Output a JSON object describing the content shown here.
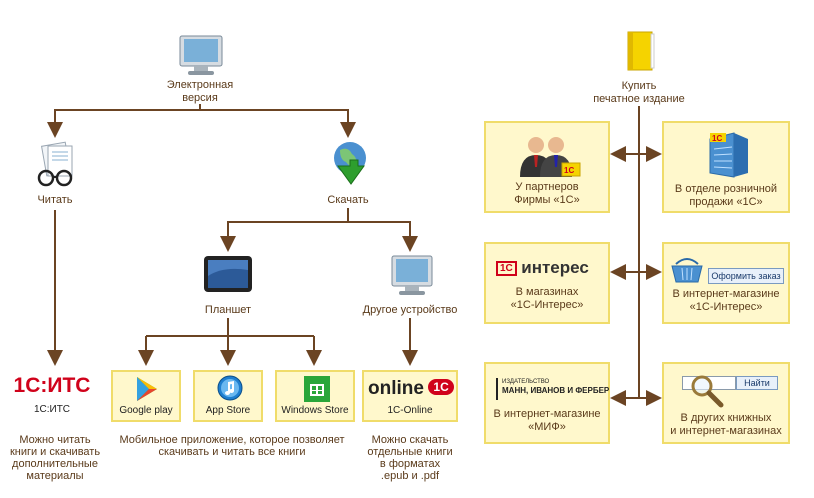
{
  "left": {
    "electronic": "Электронная\nверсия",
    "read": "Читать",
    "download": "Скачать",
    "tablet": "Планшет",
    "other_device": "Другое устройство",
    "itc_logo": "1С:ИТС",
    "itc_label": "1С:ИТС",
    "google_play": "Google play",
    "app_store": "App Store",
    "windows_store": "Windows Store",
    "online_logo": "online",
    "online_badge": "1С",
    "online_label": "1С-Online",
    "note_read": "Можно читать\nкниги и скачивать\nдополнительные\nматериалы",
    "note_mobile": "Мобильное приложение, которое позволяет\nскачивать и читать все книги",
    "note_online": "Можно скачать\nотдельные книги\nв форматах\n.epub и .pdf"
  },
  "right": {
    "buy": "Купить\nпечатное издание",
    "partners": "У партнеров\nФирмы «1С»",
    "retail": "В отделе розничной\nпродажи «1С»",
    "interes_logo": "интерес",
    "interes_shops": "В магазинах\n«1С-Интерес»",
    "order_button": "Оформить заказ",
    "interes_online": "В интернет-магазине\n«1С-Интерес»",
    "mif_logo_top": "ИЗДАТЕЛЬСТВО",
    "mif_logo": "МАНН, ИВАНОВ И ФЕРБЕР",
    "mif_label": "В интернет-магазине\n«МИФ»",
    "find_button": "Найти",
    "other_shops": "В других книжных\nи интернет-магазинах"
  },
  "colors": {
    "line": "#6b4423",
    "box_fill": "#fff8cc",
    "box_border": "#f0dc6a",
    "brand_red": "#d0021b"
  }
}
